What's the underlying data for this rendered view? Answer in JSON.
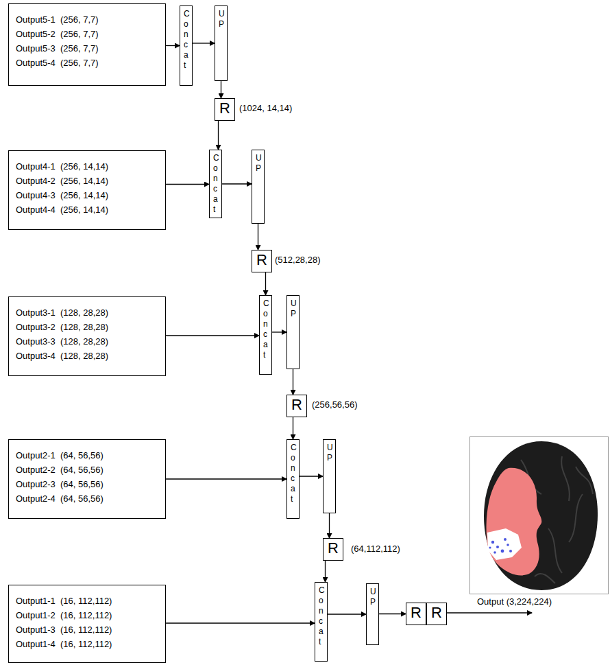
{
  "diagram": {
    "nodes": [
      {
        "text": [
          "Output5-1  (256, 7,7)",
          "Output5-2  (256, 7,7)",
          "Output5-3  (256, 7,7)",
          "Output5-4  (256, 7,7)"
        ]
      },
      {
        "text": [
          "Concat"
        ]
      },
      {
        "text": [
          "UP"
        ]
      },
      {
        "text": [
          "R"
        ]
      },
      {
        "text": [
          "Output4-1  (256, 14,14)",
          "Output4-2  (256, 14,14)",
          "Output4-3  (256, 14,14)",
          "Output4-4  (256, 14,14)"
        ]
      },
      {
        "text": [
          "Concat"
        ]
      },
      {
        "text": [
          "UP"
        ]
      },
      {
        "text": [
          "R"
        ]
      },
      {
        "text": [
          "Output3-1  (128, 28,28)",
          "Output3-2  (128, 28,28)",
          "Output3-3  (128, 28,28)",
          "Output3-4  (128, 28,28)"
        ]
      },
      {
        "text": [
          "Concat"
        ]
      },
      {
        "text": [
          "UP"
        ]
      },
      {
        "text": [
          "R"
        ]
      },
      {
        "text": [
          "Output2-1  (64, 56,56)",
          "Output2-2  (64, 56,56)",
          "Output2-3  (64, 56,56)",
          "Output2-4  (64, 56,56)"
        ]
      },
      {
        "text": [
          "Concat"
        ]
      },
      {
        "text": [
          "UP"
        ]
      },
      {
        "text": [
          "R"
        ]
      },
      {
        "text": [
          "Output1-1  (16, 112,112)",
          "Output1-2  (16, 112,112)",
          "Output1-3  (16, 112,112)",
          "Output1-4  (16, 112,112)"
        ]
      },
      {
        "text": [
          "Concat"
        ]
      },
      {
        "text": [
          "UP"
        ]
      },
      {
        "text": [
          "R"
        ]
      },
      {
        "text": [
          "R"
        ]
      }
    ],
    "edges": [
      {
        "from": 0,
        "to": 1,
        "arrow": "to"
      },
      {
        "from": 1,
        "to": 2,
        "arrow": "to"
      },
      {
        "from": 2,
        "to": 3,
        "arrow": "to"
      },
      {
        "from": 3,
        "to": 5,
        "arrow": "to"
      },
      {
        "from": 4,
        "to": 5,
        "arrow": "to"
      },
      {
        "from": 5,
        "to": 6,
        "arrow": "to"
      },
      {
        "from": 6,
        "to": 7,
        "arrow": "to"
      },
      {
        "from": 7,
        "to": 9,
        "arrow": "to"
      },
      {
        "from": 8,
        "to": 9,
        "arrow": "to"
      },
      {
        "from": 9,
        "to": 10,
        "arrow": "to"
      },
      {
        "from": 10,
        "to": 11,
        "arrow": "to"
      },
      {
        "from": 11,
        "to": 13,
        "arrow": "to"
      },
      {
        "from": 12,
        "to": 13,
        "arrow": "to"
      },
      {
        "from": 13,
        "to": 14,
        "arrow": "to"
      },
      {
        "from": 14,
        "to": 15,
        "arrow": "to"
      },
      {
        "from": 15,
        "to": 17,
        "arrow": "to"
      },
      {
        "from": 16,
        "to": 17,
        "arrow": "to"
      },
      {
        "from": 17,
        "to": 18,
        "arrow": "to"
      },
      {
        "from": 18,
        "to": 19,
        "arrow": "to"
      },
      {
        "from": 19,
        "to": 20,
        "arrow": "to"
      }
    ],
    "labels": [
      "(1024, 14,14)",
      "(512,28,28)",
      "(256,56,56)",
      "(64,112,112)",
      "Output (3,224,224)"
    ]
  }
}
